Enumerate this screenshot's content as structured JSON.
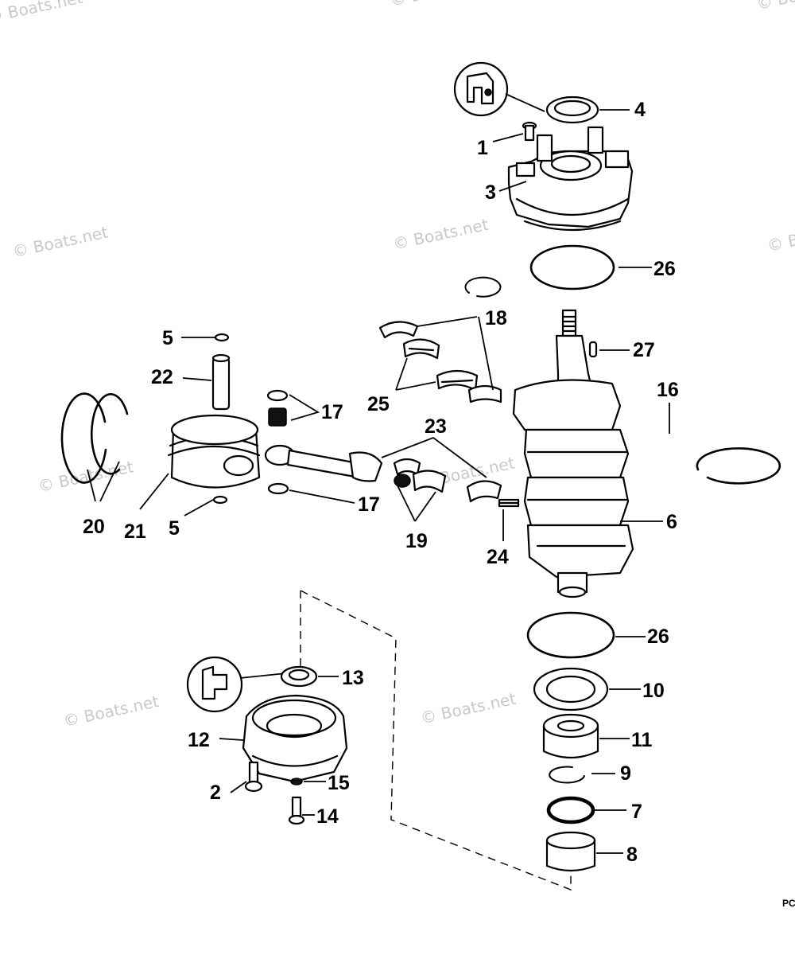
{
  "watermark": {
    "text": "© Boats.net"
  },
  "figure_code": "PC",
  "callouts": [
    {
      "id": "c4",
      "label": "4"
    },
    {
      "id": "c1",
      "label": "1"
    },
    {
      "id": "c3",
      "label": "3"
    },
    {
      "id": "c26a",
      "label": "26"
    },
    {
      "id": "c18",
      "label": "18"
    },
    {
      "id": "c27",
      "label": "27"
    },
    {
      "id": "c5a",
      "label": "5"
    },
    {
      "id": "c22",
      "label": "22"
    },
    {
      "id": "c17a",
      "label": "17"
    },
    {
      "id": "c25",
      "label": "25"
    },
    {
      "id": "c16",
      "label": "16"
    },
    {
      "id": "c23",
      "label": "23"
    },
    {
      "id": "c20",
      "label": "20"
    },
    {
      "id": "c21",
      "label": "21"
    },
    {
      "id": "c5b",
      "label": "5"
    },
    {
      "id": "c17b",
      "label": "17"
    },
    {
      "id": "c19",
      "label": "19"
    },
    {
      "id": "c24",
      "label": "24"
    },
    {
      "id": "c6",
      "label": "6"
    },
    {
      "id": "c26b",
      "label": "26"
    },
    {
      "id": "c13",
      "label": "13"
    },
    {
      "id": "c10",
      "label": "10"
    },
    {
      "id": "c12",
      "label": "12"
    },
    {
      "id": "c11",
      "label": "11"
    },
    {
      "id": "c9",
      "label": "9"
    },
    {
      "id": "c2",
      "label": "2"
    },
    {
      "id": "c15",
      "label": "15"
    },
    {
      "id": "c7",
      "label": "7"
    },
    {
      "id": "c14",
      "label": "14"
    },
    {
      "id": "c8",
      "label": "8"
    }
  ]
}
